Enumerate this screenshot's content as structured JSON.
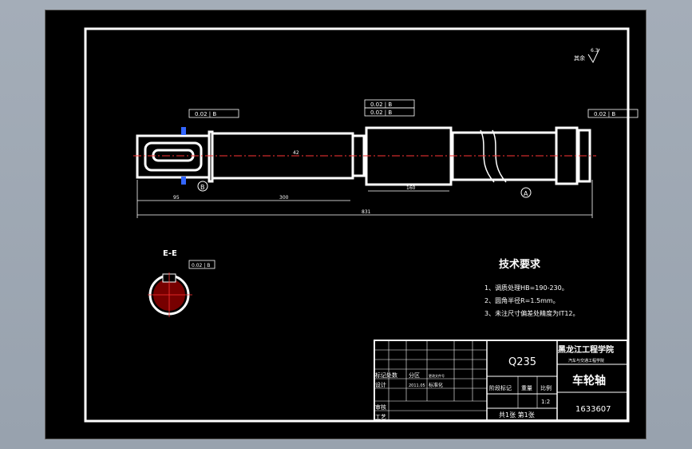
{
  "drawing": {
    "roughness_label": "其余",
    "roughness_value": "6.3",
    "gtol_1": "0.02 | B",
    "gtol_2": "0.02 | B",
    "gtol_3": "0.02 | B",
    "gtol_4": "0.02 | B",
    "gtol_section": "0.02 | B",
    "datum_a": "A",
    "datum_b": "B",
    "dim_1": "95",
    "dim_2": "300",
    "dim_3": "831",
    "dim_4": "160",
    "dim_5": "42",
    "section_label": "E-E"
  },
  "tech_requirements": {
    "title": "技术要求",
    "items": [
      "1、调质处理HB=190-230。",
      "2、圆角半径R=1.5mm。",
      "3、未注尺寸偏差处精度为IT12。"
    ]
  },
  "title_block": {
    "material": "Q235",
    "school": "黑龙江工程学院",
    "department": "汽车与交通工程学院",
    "part_name": "车轮轴",
    "drawing_no": "1633607",
    "scale_value": "1:2",
    "sheets": "共1张  第1张",
    "col_stage": "阶段标记",
    "col_weight": "重量",
    "col_scale": "比例",
    "row_mark": "标记处数",
    "row_zone": "分区",
    "row_change": "更改文件号",
    "row_design": "设计",
    "row_date": "2011.05",
    "row_std": "标准化",
    "row_review": "审核",
    "row_process": "工艺"
  }
}
